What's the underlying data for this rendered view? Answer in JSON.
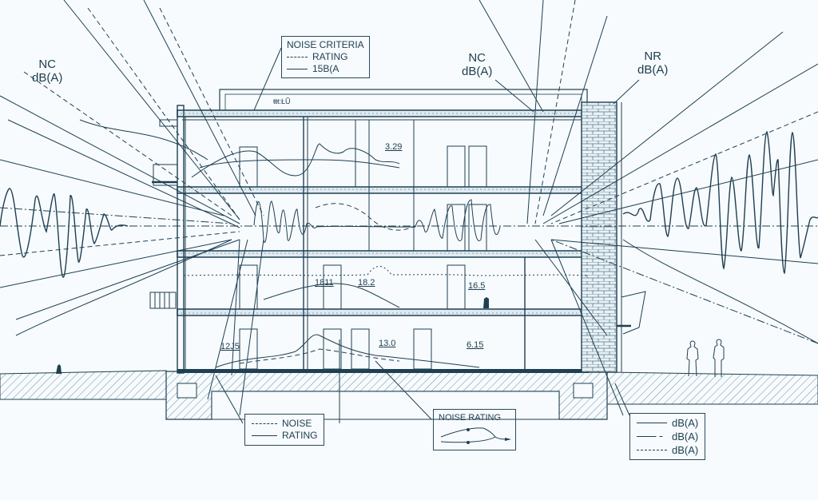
{
  "title_labels": {
    "nc_left": {
      "line1": "NC",
      "line2": "dB(A)"
    },
    "nc_right": {
      "line1": "NC",
      "line2": "dB(A)"
    },
    "nr_right": {
      "line1": "NR",
      "line2": "dB(A)"
    }
  },
  "legends": {
    "noise_criteria": {
      "title": "NOISE CRITERIA",
      "rows": [
        {
          "style": "dashed",
          "label": "RATING"
        },
        {
          "style": "solid",
          "label": "15B(A"
        }
      ]
    },
    "noise_rating_small": {
      "rows": [
        {
          "style": "dashed",
          "label": "NOISE"
        },
        {
          "style": "solid",
          "label": "RATING"
        }
      ]
    },
    "noise_rating_curve": {
      "title": "NOISE RATING"
    },
    "dba": {
      "rows": [
        {
          "style": "solid",
          "label": "dB(A)"
        },
        {
          "style": "dash-dot",
          "label": "dB(A)"
        },
        {
          "style": "dashed",
          "label": "dB(A)"
        }
      ]
    }
  },
  "measurements": {
    "roof_note": "ŧŧŧ:ŁŨ",
    "floor3": "3.29",
    "floor2_a": "1811",
    "floor2_b": "18.2",
    "floor2_c": "16.5",
    "floor1_a": "12J5",
    "floor1_b": "13.0",
    "floor1_c": "6.15"
  },
  "colors": {
    "ink": "#1f3f52",
    "paper": "#f7fbfd",
    "hatch": "#6d8fa3"
  }
}
